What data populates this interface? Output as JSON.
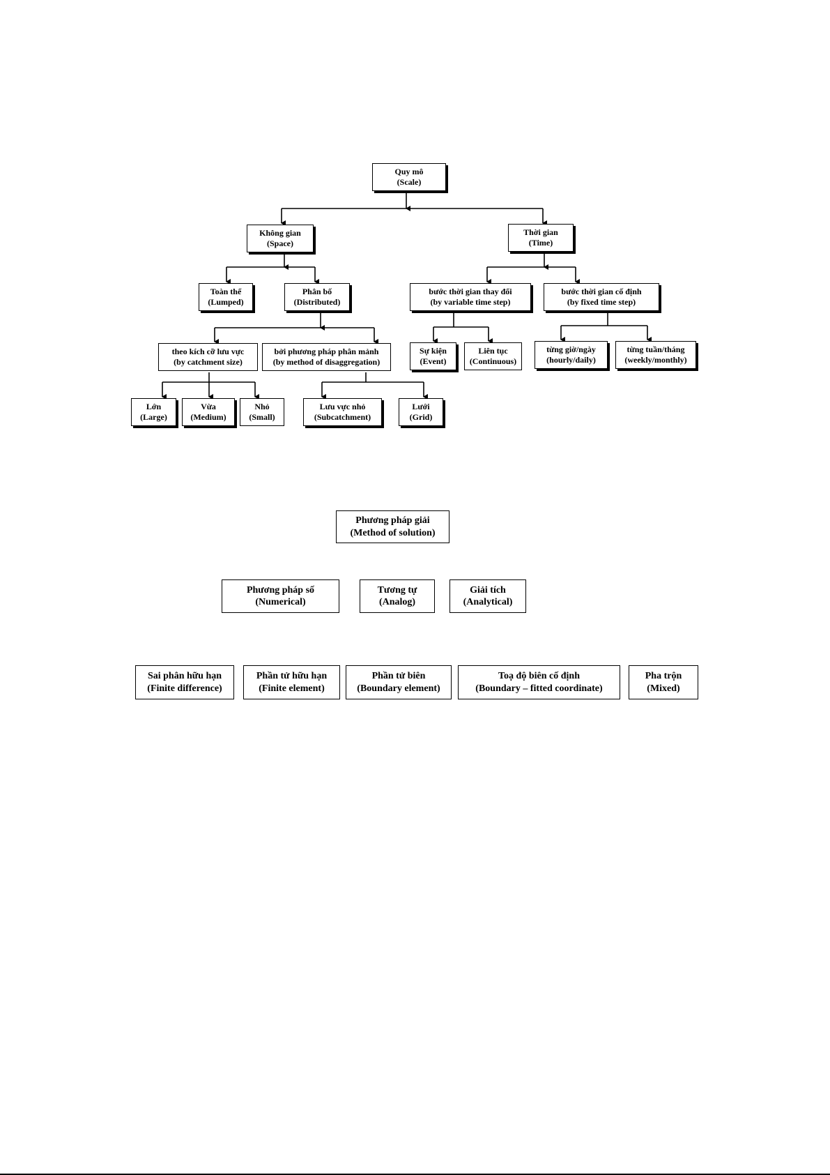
{
  "diagram1": {
    "scale": {
      "vi": "Quy mô",
      "en": "(Scale)"
    },
    "space": {
      "vi": "Không gian",
      "en": "(Space)"
    },
    "time": {
      "vi": "Thời gian",
      "en": "(Time)"
    },
    "lumped": {
      "vi": "Toàn thể",
      "en": "(Lumped)"
    },
    "distributed": {
      "vi": "Phân bố",
      "en": "(Distributed)"
    },
    "catchment_size": {
      "vi": "theo kích cỡ lưu vực",
      "en": "(by catchment size)"
    },
    "disaggregation": {
      "vi": "bởi phương pháp phân mảnh",
      "en": "(by method of disaggregation)"
    },
    "large": {
      "vi": "Lớn",
      "en": "(Large)"
    },
    "medium": {
      "vi": "Vừa",
      "en": "(Medium)"
    },
    "small": {
      "vi": "Nhỏ",
      "en": "(Small)"
    },
    "subcatchment": {
      "vi": "Lưu vực nhỏ",
      "en": "(Subcatchment)"
    },
    "grid": {
      "vi": "Lưới",
      "en": "(Grid)"
    },
    "variable_step": {
      "vi": "bước thời gian thay đổi",
      "en": "(by variable time step)"
    },
    "fixed_step": {
      "vi": "bước thời gian cố định",
      "en": "(by fixed time step)"
    },
    "event": {
      "vi": "Sự kiện",
      "en": "(Event)"
    },
    "continuous": {
      "vi": "Liên tục",
      "en": "(Continuous)"
    },
    "hourly_daily": {
      "vi": "từng giờ/ngày",
      "en": "(hourly/daily)"
    },
    "weekly_monthly": {
      "vi": "từng tuần/tháng",
      "en": "(weekly/monthly)"
    }
  },
  "diagram2": {
    "method": {
      "vi": "Phương pháp giải",
      "en": "(Method of solution)"
    },
    "numerical": {
      "vi": "Phương pháp số",
      "en": "(Numerical)"
    },
    "analog": {
      "vi": "Tương tự",
      "en": "(Analog)"
    },
    "analytical": {
      "vi": "Giải tích",
      "en": "(Analytical)"
    },
    "finite_difference": {
      "vi": "Sai phân hữu hạn",
      "en": "(Finite difference)"
    },
    "finite_element": {
      "vi": "Phần tử hữu hạn",
      "en": "(Finite element)"
    },
    "boundary_element": {
      "vi": "Phần tử biên",
      "en": "(Boundary element)"
    },
    "boundary_fitted": {
      "vi": "Toạ độ biên cố định",
      "en": "(Boundary – fitted coordinate)"
    },
    "mixed": {
      "vi": "Pha trộn",
      "en": "(Mixed)"
    }
  }
}
